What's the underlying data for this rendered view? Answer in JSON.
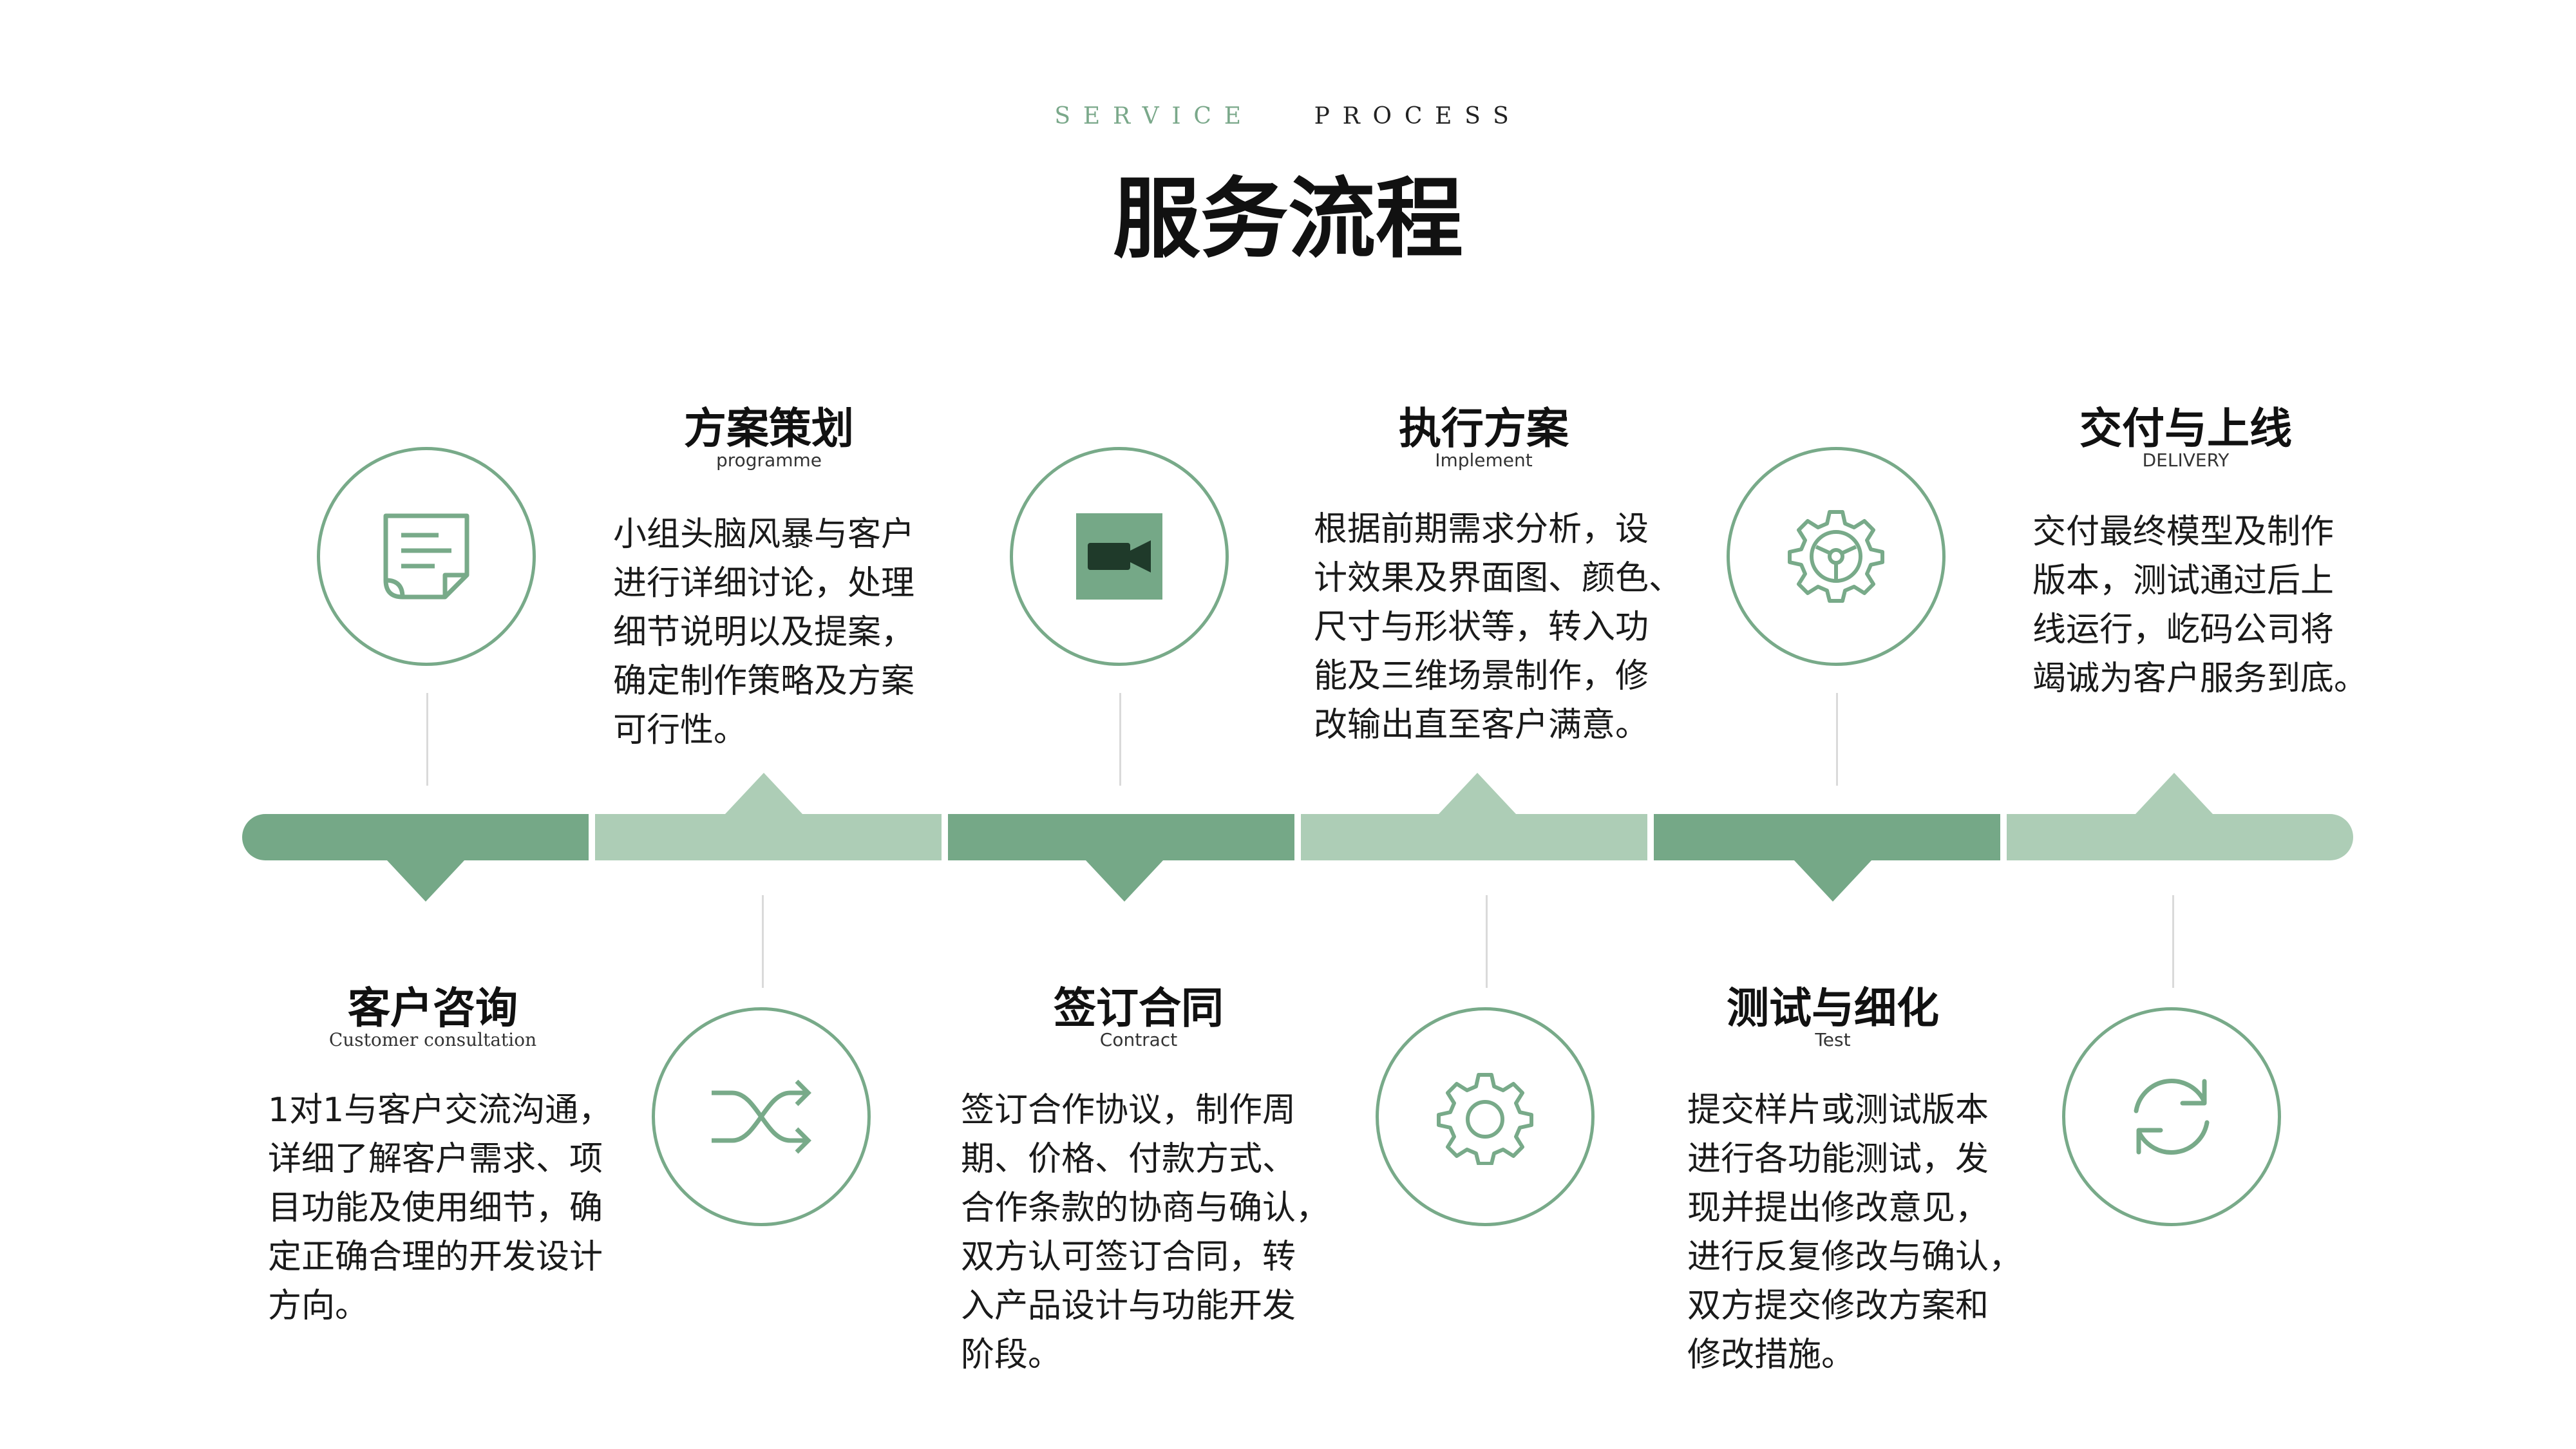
{
  "header": {
    "kicker_word1": "SERVICE",
    "kicker_word2": "PROCESS",
    "title": "服务流程"
  },
  "colors": {
    "accent_dark": "#75a887",
    "accent_light": "#adcdb6",
    "circle_border": "#78aa89"
  },
  "steps": [
    {
      "title": "客户咨询",
      "subtitle": "Customer consultation",
      "icon": "note-icon",
      "desc": [
        "1对1与客户交流沟通，",
        "详细了解客户需求、项",
        "目功能及使用细节，确",
        "定正确合理的开发设计",
        "方向。"
      ]
    },
    {
      "title": "方案策划",
      "subtitle": "programme",
      "icon": "shuffle-icon",
      "desc": [
        "小组头脑风暴与客户",
        "进行详细讨论，处理",
        "细节说明以及提案，",
        "确定制作策略及方案",
        "可行性。"
      ]
    },
    {
      "title": "签订合同",
      "subtitle": "Contract",
      "icon": "video-camera-icon",
      "desc": [
        "签订合作协议，制作周",
        "期、价格、付款方式、",
        "合作条款的协商与确认，",
        "双方认可签订合同，转",
        "入产品设计与功能开发",
        "阶段。"
      ]
    },
    {
      "title": "执行方案",
      "subtitle": "Implement",
      "icon": "gear-icon",
      "desc": [
        "根据前期需求分析，设",
        "计效果及界面图、颜色、",
        "尺寸与形状等，转入功",
        "能及三维场景制作，修",
        "改输出直至客户满意。"
      ]
    },
    {
      "title": "测试与细化",
      "subtitle": "Test",
      "icon": "steering-gear-icon",
      "desc": [
        "提交样片或测试版本",
        "进行各功能测试，发",
        "现并提出修改意见，",
        "进行反复修改与确认，",
        "双方提交修改方案和",
        "修改措施。"
      ]
    },
    {
      "title": "交付与上线",
      "subtitle": "DELIVERY",
      "icon": "refresh-icon",
      "desc": [
        "交付最终模型及制作",
        "版本，测试通过后上",
        "线运行，屹码公司将",
        "竭诚为客户服务到底。"
      ]
    }
  ]
}
